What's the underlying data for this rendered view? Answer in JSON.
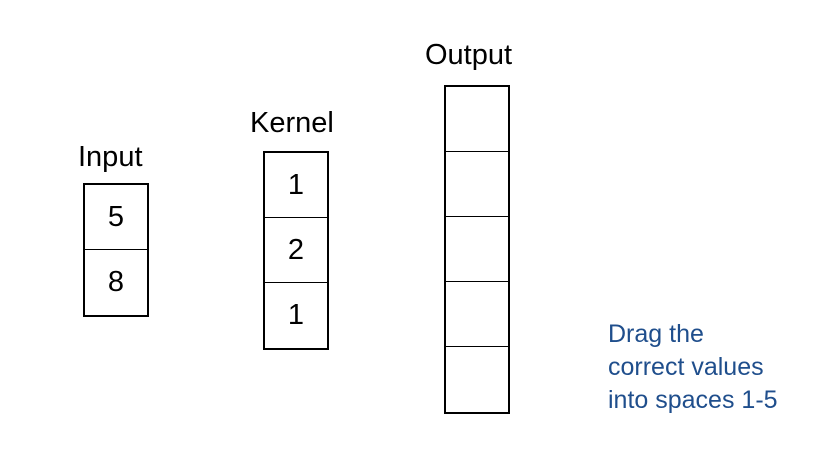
{
  "input": {
    "title": "Input",
    "cells": [
      "5",
      "8"
    ]
  },
  "kernel": {
    "title": "Kernel",
    "cells": [
      "1",
      "2",
      "1"
    ]
  },
  "output": {
    "title": "Output",
    "slots": [
      "",
      "",
      "",
      "",
      ""
    ]
  },
  "instructions": {
    "lines": [
      "Drag the",
      "correct values",
      "into spaces 1-5"
    ],
    "color": "#1f4e8c"
  }
}
